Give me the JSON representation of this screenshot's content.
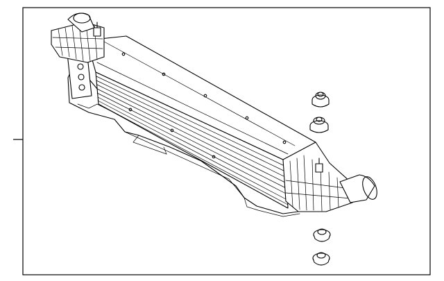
{
  "diagram": {
    "type": "exploded-parts-diagram",
    "background": "#ffffff",
    "line_color": "#000000",
    "callouts": [],
    "components": [
      {
        "name": "intercooler-assembly"
      },
      {
        "name": "grommet-upper-1"
      },
      {
        "name": "grommet-upper-2"
      },
      {
        "name": "grommet-lower-1"
      },
      {
        "name": "grommet-lower-2"
      }
    ]
  }
}
